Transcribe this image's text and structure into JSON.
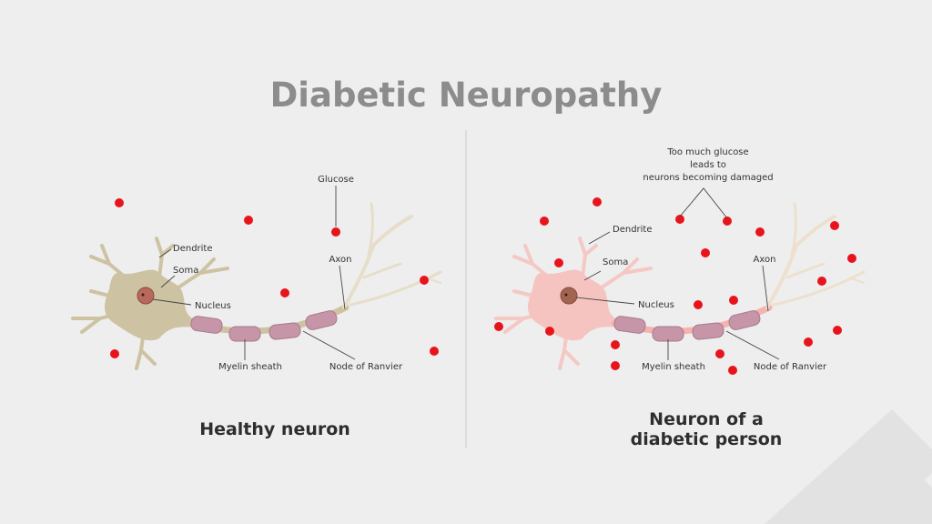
{
  "title": "Diabetic Neuropathy",
  "left_panel": {
    "caption": "Healthy neuron",
    "labels": {
      "glucose": "Glucose",
      "dendrite": "Dendrite",
      "soma": "Soma",
      "nucleus": "Nucleus",
      "axon": "Axon",
      "myelin": "Myelin sheath",
      "node": "Node of Ranvier"
    }
  },
  "right_panel": {
    "caption_line1": "Neuron of a",
    "caption_line2": "diabetic person",
    "annotation_line1": "Too much glucose",
    "annotation_line2": "leads to",
    "annotation_line3": "neurons becoming damaged",
    "labels": {
      "dendrite": "Dendrite",
      "soma": "Soma",
      "nucleus": "Nucleus",
      "axon": "Axon",
      "myelin": "Myelin sheath",
      "node": "Node of Ranvier"
    }
  },
  "colors": {
    "glucose": "#e8141c",
    "healthy_neuron": "#cdc3a3",
    "damaged_neuron": "#f6c4c0",
    "myelin": "#c795a8",
    "title": "#8c8c8c"
  }
}
